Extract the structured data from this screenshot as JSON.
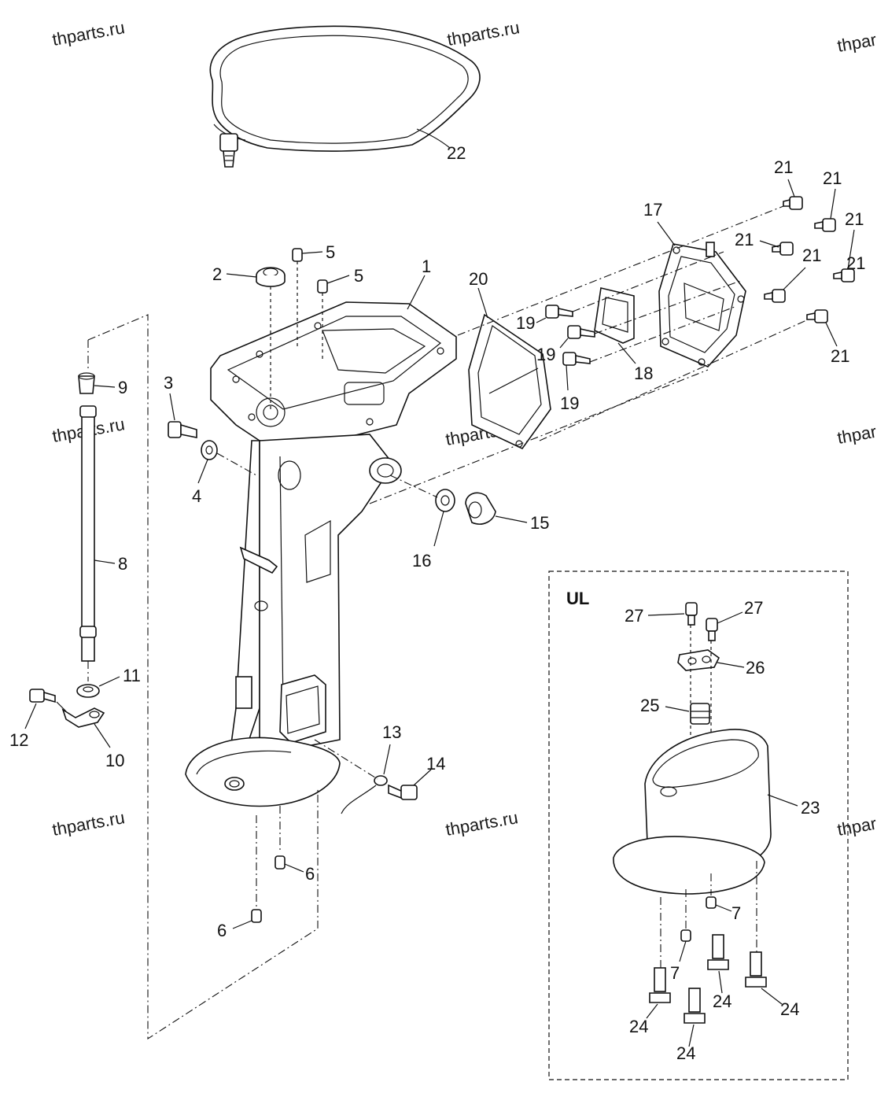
{
  "watermarks": [
    "thparts.ru",
    "thparts.ru",
    "thpar",
    "thparts.ru",
    "thparts.ru",
    "thpar",
    "thparts.ru",
    "thparts.ru",
    "thpar"
  ],
  "inset": {
    "label": "UL"
  },
  "callouts": [
    {
      "id": "c1",
      "text": "1"
    },
    {
      "id": "c2",
      "text": "2"
    },
    {
      "id": "c3",
      "text": "3"
    },
    {
      "id": "c4",
      "text": "4"
    },
    {
      "id": "c5a",
      "text": "5"
    },
    {
      "id": "c5b",
      "text": "5"
    },
    {
      "id": "c6a",
      "text": "6"
    },
    {
      "id": "c6b",
      "text": "6"
    },
    {
      "id": "c7a",
      "text": "7"
    },
    {
      "id": "c7b",
      "text": "7"
    },
    {
      "id": "c8",
      "text": "8"
    },
    {
      "id": "c9",
      "text": "9"
    },
    {
      "id": "c10",
      "text": "10"
    },
    {
      "id": "c11",
      "text": "11"
    },
    {
      "id": "c12",
      "text": "12"
    },
    {
      "id": "c13",
      "text": "13"
    },
    {
      "id": "c14",
      "text": "14"
    },
    {
      "id": "c15",
      "text": "15"
    },
    {
      "id": "c16",
      "text": "16"
    },
    {
      "id": "c17",
      "text": "17"
    },
    {
      "id": "c18",
      "text": "18"
    },
    {
      "id": "c19a",
      "text": "19"
    },
    {
      "id": "c19b",
      "text": "19"
    },
    {
      "id": "c19c",
      "text": "19"
    },
    {
      "id": "c20",
      "text": "20"
    },
    {
      "id": "c21a",
      "text": "21"
    },
    {
      "id": "c21b",
      "text": "21"
    },
    {
      "id": "c21c",
      "text": "21"
    },
    {
      "id": "c21d",
      "text": "21"
    },
    {
      "id": "c21e",
      "text": "21"
    },
    {
      "id": "c21f",
      "text": "21"
    },
    {
      "id": "c21g",
      "text": "21"
    },
    {
      "id": "c22",
      "text": "22"
    },
    {
      "id": "c23",
      "text": "23"
    },
    {
      "id": "c24a",
      "text": "24"
    },
    {
      "id": "c24b",
      "text": "24"
    },
    {
      "id": "c24c",
      "text": "24"
    },
    {
      "id": "c24d",
      "text": "24"
    },
    {
      "id": "c25",
      "text": "25"
    },
    {
      "id": "c26",
      "text": "26"
    },
    {
      "id": "c27a",
      "text": "27"
    },
    {
      "id": "c27b",
      "text": "27"
    }
  ]
}
